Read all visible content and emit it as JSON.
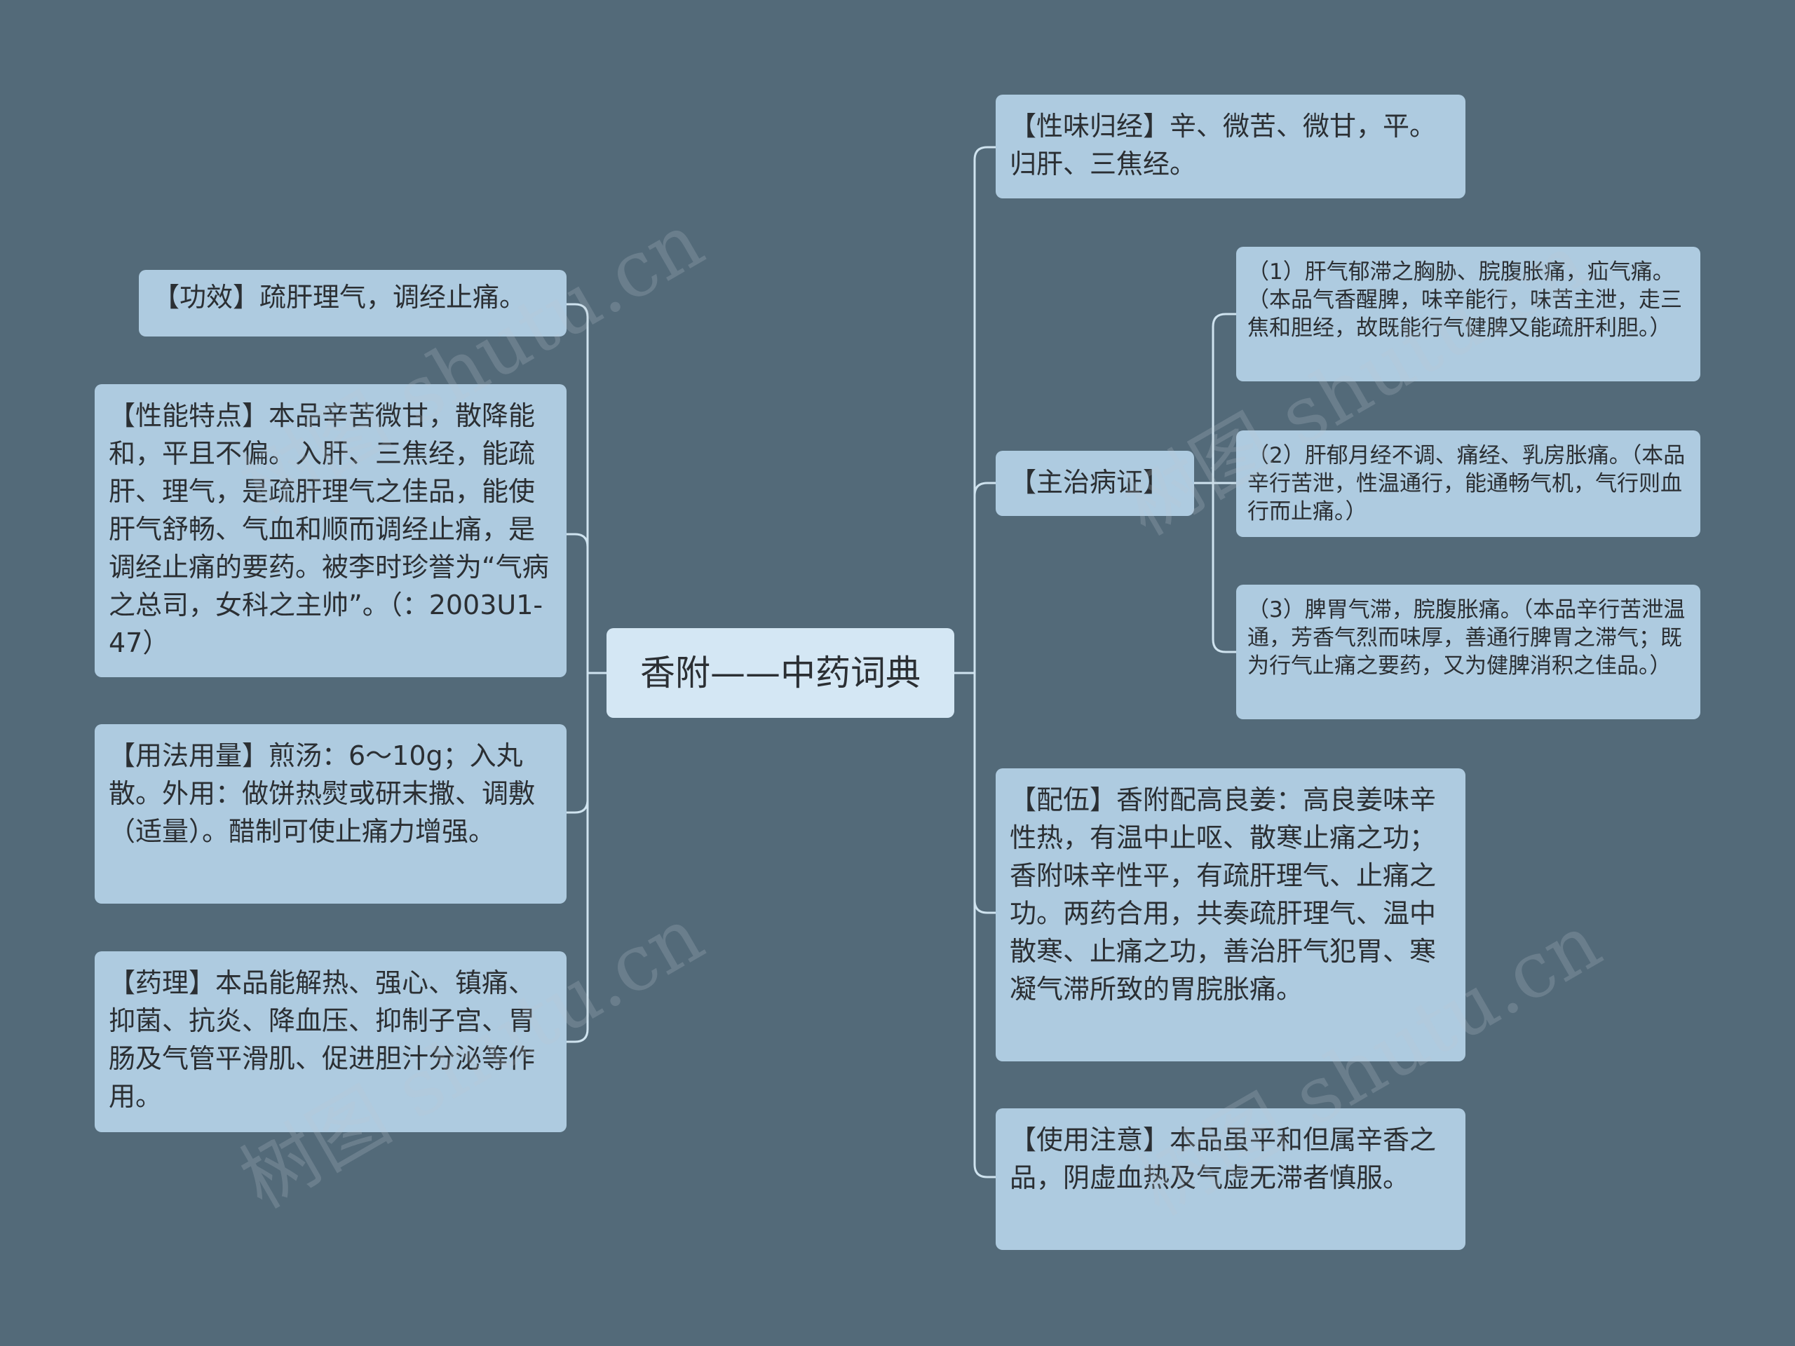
{
  "center": {
    "label": "香附——中药词典"
  },
  "left": [
    {
      "text": "【功效】疏肝理气，调经止痛。"
    },
    {
      "text": "【性能特点】本品辛苦微甘，散降能和，平且不偏。入肝、三焦经，能疏肝、理气，是疏肝理气之佳品，能使肝气舒畅、气血和顺而调经止痛，是调经止痛的要药。被李时珍誉为“气病之总司，女科之主帅”。（：2003U1-47）"
    },
    {
      "text": "【用法用量】煎汤：6～10g；入丸散。外用：做饼热熨或研末撒、调敷（适量）。醋制可使止痛力增强。"
    },
    {
      "text": "【药理】本品能解热、强心、镇痛、抑菌、抗炎、降血压、抑制子宫、胃肠及气管平滑肌、促进胆汁分泌等作用。"
    }
  ],
  "right": [
    {
      "text": "【性味归经】辛、微苦、微甘，平。归肝、三焦经。"
    },
    {
      "text": "【主治病证】"
    },
    {
      "text": "【配伍】香附配高良姜：高良姜味辛性热，有温中止呕、散寒止痛之功；香附味辛性平，有疏肝理气、止痛之功。两药合用，共奏疏肝理气、温中散寒、止痛之功，善治肝气犯胃、寒凝气滞所致的胃脘胀痛。"
    },
    {
      "text": "【使用注意】本品虽平和但属辛香之品，阴虚血热及气虚无滞者慎服。"
    }
  ],
  "sub": [
    {
      "text": "（1）肝气郁滞之胸胁、脘腹胀痛，疝气痛。（本品气香醒脾，味辛能行，味苦主泄，走三焦和胆经，故既能行气健脾又能疏肝利胆。）"
    },
    {
      "text": "（2）肝郁月经不调、痛经、乳房胀痛。（本品辛行苦泄，性温通行，能通畅气机，气行则血行而止痛。）"
    },
    {
      "text": "（3）脾胃气滞，脘腹胀痛。（本品辛行苦泄温通，芳香气烈而味厚，善通行脾胃之滞气；既为行气止痛之要药，又为健脾消积之佳品。）"
    }
  ],
  "watermark": "树图 shutu.cn"
}
